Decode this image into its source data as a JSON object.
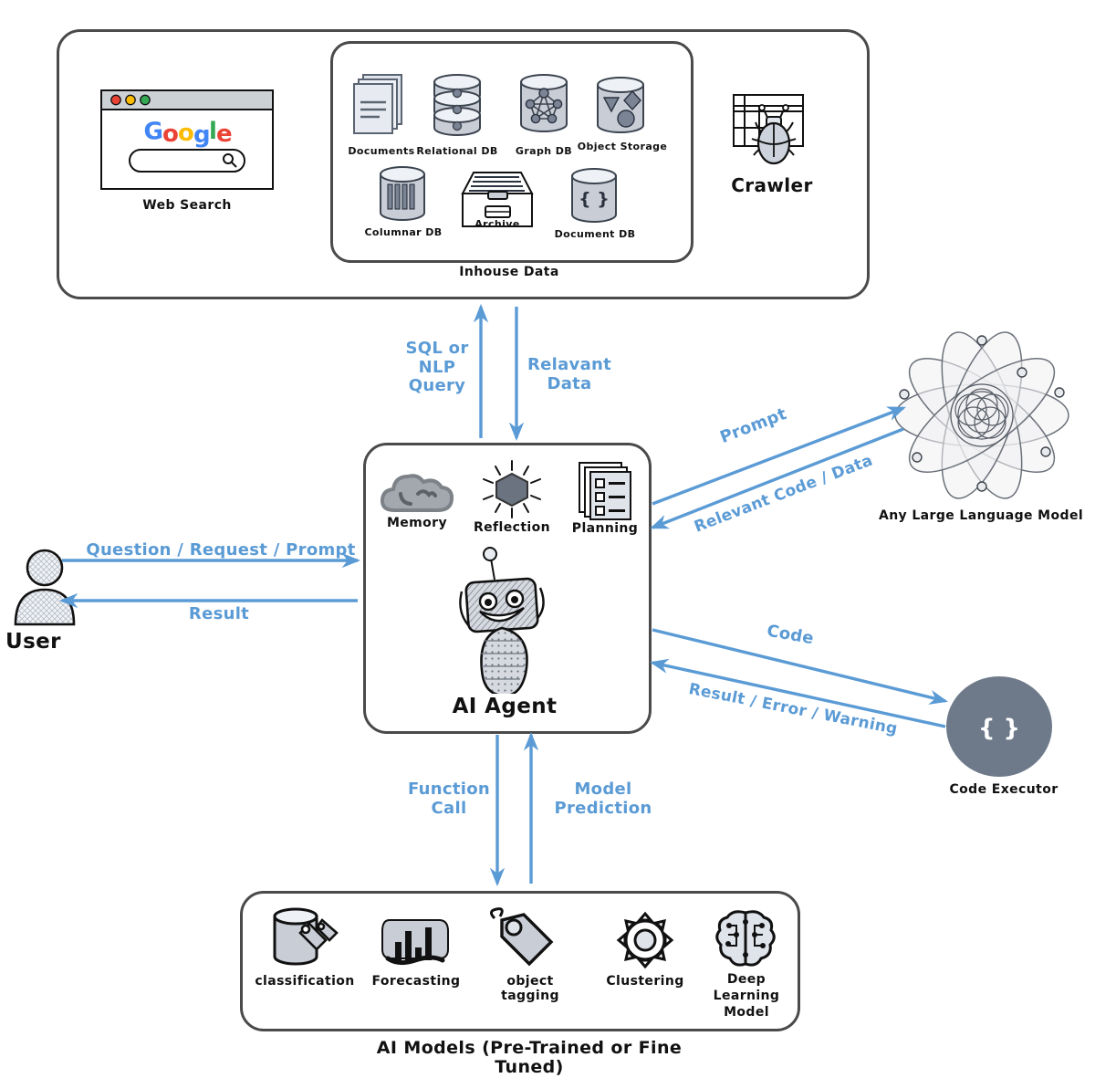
{
  "colors": {
    "arrow_blue": "#5B9BD5",
    "box_border": "#4a4a4a",
    "icon_fill": "#c9ced6",
    "icon_fill_light": "#dfe3ea",
    "icon_stroke": "#1a1a1a",
    "code_executor_circle": "#6e7a8a",
    "memory_cloud": "#9aa0a6",
    "reflection_hex": "#6b7280",
    "google_blue": "#4285F4",
    "google_red": "#EA4335",
    "google_yellow": "#FBBC05",
    "google_green": "#34A853"
  },
  "sources": {
    "web_search": {
      "label": "Web Search",
      "browser": {
        "brand_letters": [
          {
            "ch": "G",
            "color": "#4285F4"
          },
          {
            "ch": "o",
            "color": "#EA4335"
          },
          {
            "ch": "o",
            "color": "#FBBC05"
          },
          {
            "ch": "g",
            "color": "#4285F4"
          },
          {
            "ch": "l",
            "color": "#34A853"
          },
          {
            "ch": "e",
            "color": "#EA4335"
          }
        ],
        "search_icon": "magnifier-icon",
        "traffic_lights": [
          "#EA4335",
          "#FBBC05",
          "#34A853"
        ]
      }
    },
    "inhouse": {
      "label": "Inhouse Data",
      "row1": [
        {
          "label": "Documents",
          "icon": "documents-stack-icon"
        },
        {
          "label": "Relational DB",
          "icon": "relational-db-icon"
        },
        {
          "label": "Graph DB",
          "icon": "graph-db-icon"
        },
        {
          "label": "Object Storage",
          "icon": "object-storage-icon"
        }
      ],
      "row2": [
        {
          "label": "Columnar DB",
          "icon": "columnar-db-icon"
        },
        {
          "label": "Archive",
          "icon": "archive-box-icon"
        },
        {
          "label": "Document DB",
          "icon": "document-db-icon"
        }
      ]
    },
    "crawler": {
      "label": "Crawler",
      "icon": "table-with-bug-icon"
    }
  },
  "agent": {
    "title": "AI Agent",
    "capabilities": [
      {
        "label": "Memory",
        "icon": "cloud-icon"
      },
      {
        "label": "Reflection",
        "icon": "shining-hexagon-icon"
      },
      {
        "label": "Planning",
        "icon": "checklist-pages-icon"
      }
    ],
    "avatar_icon": "robot-icon"
  },
  "actors": {
    "user": {
      "label": "User",
      "icon": "person-icon"
    },
    "llm": {
      "label": "Any Large Language Model",
      "icon": "atom-orbit-icon"
    },
    "code_executor": {
      "label": "Code Executor",
      "icon": "curly-braces-icon",
      "glyph": "{ }"
    }
  },
  "ai_models": {
    "caption": "AI Models (Pre-Trained or Fine Tuned)",
    "items": [
      {
        "label": "classification",
        "icon": "bucket-tags-icon"
      },
      {
        "label": "Forecasting",
        "icon": "bar-chart-cloud-icon"
      },
      {
        "label": "object tagging",
        "icon": "price-tag-icon"
      },
      {
        "label": "Clustering",
        "icon": "gear-icon"
      },
      {
        "label": "Deep Learning Model",
        "icon": "brain-circuit-icon"
      }
    ]
  },
  "flows": {
    "sql_or_nlp_query": "SQL or\nNLP\nQuery",
    "relevant_data": "Relavant\nData",
    "question_request_prompt": "Question / Request / Prompt",
    "result": "Result",
    "prompt": "Prompt",
    "relevant_code_data": "Relevant Code / Data",
    "code": "Code",
    "result_error_warning": "Result / Error / Warning",
    "function_call": "Function\nCall",
    "model_prediction": "Model\nPrediction"
  }
}
